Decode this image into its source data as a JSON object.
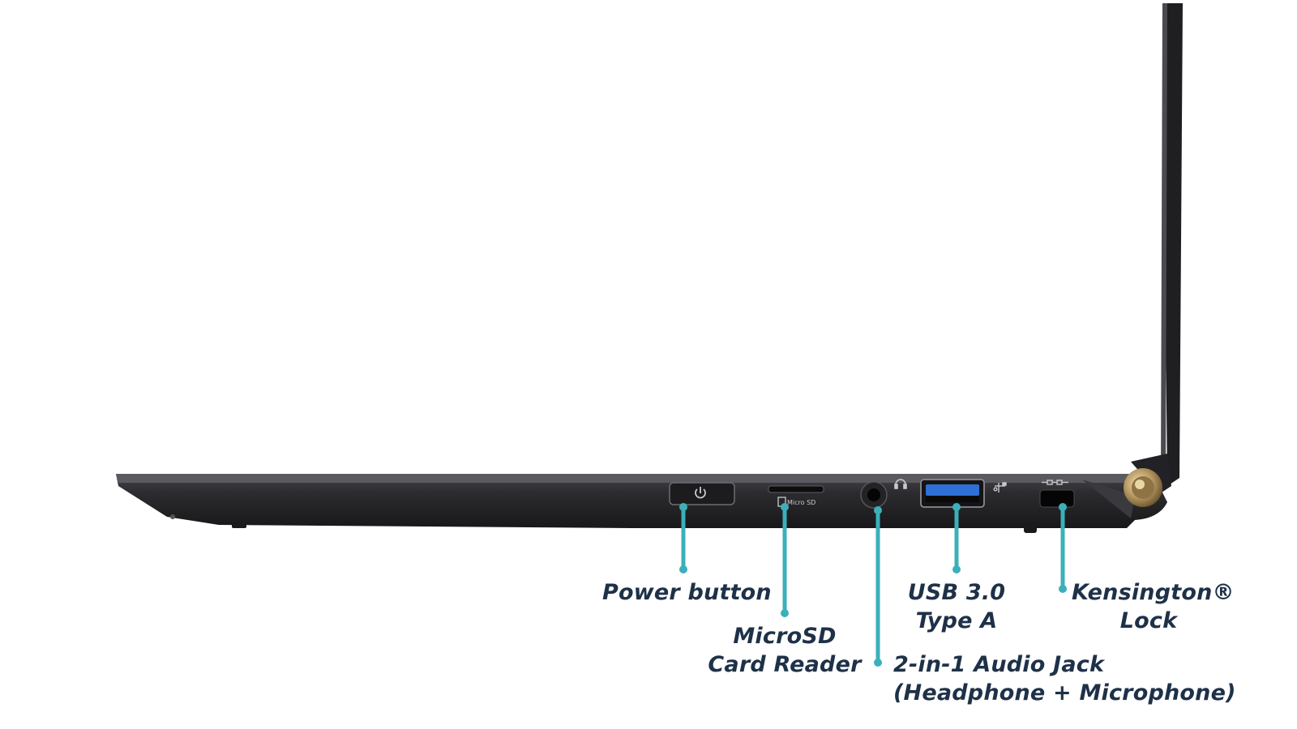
{
  "colors": {
    "callout_line": "#3bb0ba",
    "label_text": "#1e3148",
    "chassis": "#2a2a2d",
    "usb_blue": "#2f6fd6",
    "hinge_gold": "#b89a62"
  },
  "port_icons": {
    "power": "power-icon",
    "microsd": "microsd-icon",
    "audio": "headphone-icon",
    "usb": "usb-icon",
    "lock": "kensington-lock-icon"
  },
  "microsd_icon_text": "Micro SD",
  "labels": {
    "power_button": {
      "line1": "Power button"
    },
    "microsd": {
      "line1": "MicroSD",
      "line2": "Card Reader"
    },
    "audio": {
      "line1": "2-in-1 Audio Jack",
      "line2": "(Headphone + Microphone)"
    },
    "usb": {
      "line1": "USB 3.0",
      "line2": "Type A"
    },
    "kensington": {
      "line1": "Kensington®",
      "line2": "Lock"
    }
  }
}
